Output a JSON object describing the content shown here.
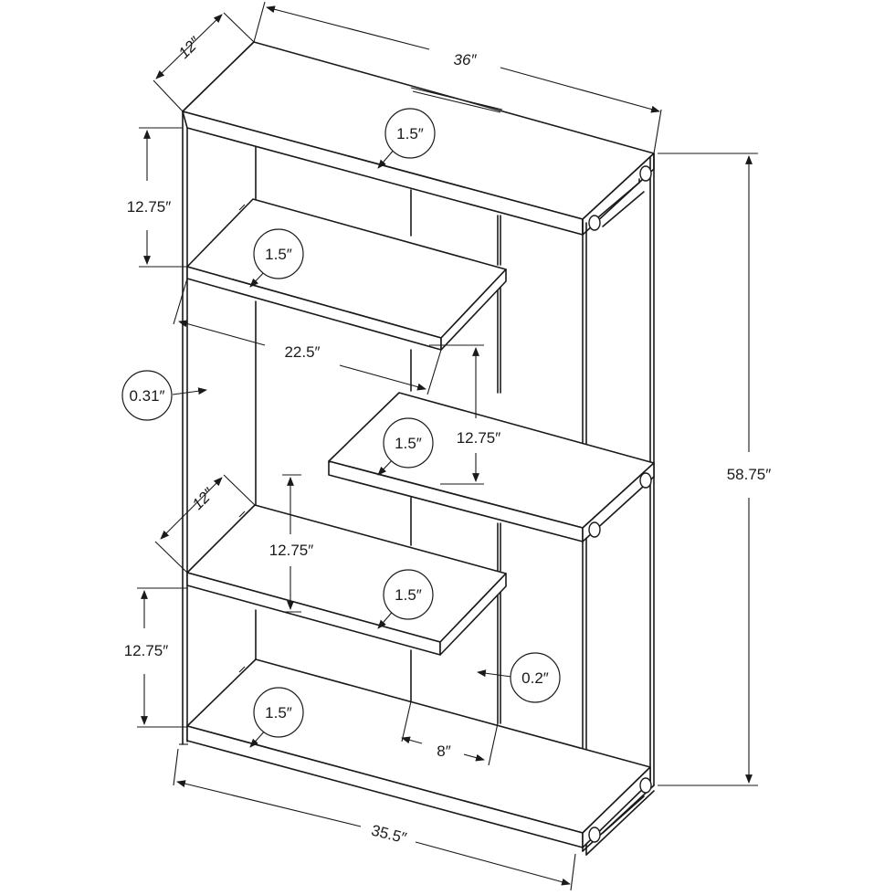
{
  "dimensions": {
    "top_depth": "12″",
    "top_width": "36″",
    "height_total": "58.75″",
    "bottom_width": "35.5″",
    "shelf_gap_1": "12.75″",
    "shelf_gap_2": "12.75″",
    "shelf_gap_3": "12.75″",
    "shelf_gap_4": "12.75″",
    "shelf_length": "22.5″",
    "shelf_depth": "12″",
    "divider_offset": "8″"
  },
  "thickness": {
    "top": "1.5″",
    "shelf_upper": "1.5″",
    "shelf_middle": "1.5″",
    "shelf_lower": "1.5″",
    "bottom": "1.5″",
    "glass_side": "0.31″",
    "back_panel": "0.2″"
  }
}
